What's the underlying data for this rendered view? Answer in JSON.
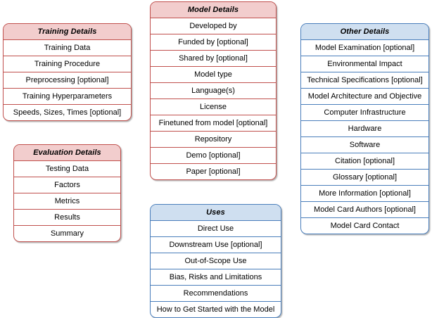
{
  "cards": [
    {
      "id": "training",
      "title": "Training Details",
      "accent": "#c0504d",
      "header_fill": "#f2cdcd",
      "rows": [
        "Training Data",
        "Training Procedure",
        "Preprocessing [optional]",
        "Training Hyperparameters",
        "Speeds, Sizes, Times [optional]"
      ]
    },
    {
      "id": "evaluation",
      "title": "Evaluation Details",
      "accent": "#c0504d",
      "header_fill": "#f2cdcd",
      "rows": [
        "Testing Data",
        "Factors",
        "Metrics",
        "Results",
        "Summary"
      ]
    },
    {
      "id": "model",
      "title": "Model Details",
      "accent": "#c0504d",
      "header_fill": "#f2cdcd",
      "rows": [
        "Developed by",
        "Funded by [optional]",
        "Shared by [optional]",
        "Model type",
        "Language(s)",
        "License",
        "Finetuned from model [optional]",
        "Repository",
        "Demo [optional]",
        "Paper [optional]"
      ]
    },
    {
      "id": "uses",
      "title": "Uses",
      "accent": "#4a7ebb",
      "header_fill": "#cfdff0",
      "rows": [
        "Direct Use",
        "Downstream Use [optional]",
        "Out-of-Scope Use",
        "Bias, Risks and Limitations",
        "Recommendations",
        "How to Get Started with the Model"
      ]
    },
    {
      "id": "other",
      "title": "Other Details",
      "accent": "#4a7ebb",
      "header_fill": "#cfdff0",
      "rows": [
        "Model Examination [optional]",
        "Environmental Impact",
        "Technical Specifications [optional]",
        "Model Architecture and Objective",
        "Computer Infrastructure",
        "Hardware",
        "Software",
        "Citation [optional]",
        "Glossary [optional]",
        "More Information [optional]",
        "Model Card Authors [optional]",
        "Model Card Contact"
      ]
    }
  ]
}
